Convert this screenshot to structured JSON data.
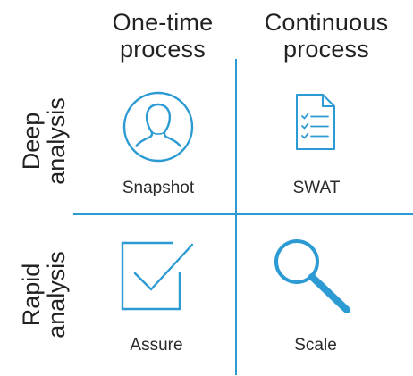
{
  "columns": [
    {
      "line1": "One-time",
      "line2": "process"
    },
    {
      "line1": "Continuous",
      "line2": "process"
    }
  ],
  "rows": [
    {
      "line1": "Deep",
      "line2": "analysis"
    },
    {
      "line1": "Rapid",
      "line2": "analysis"
    }
  ],
  "cells": {
    "deep_one_time": {
      "label": "Snapshot",
      "icon": "person-icon"
    },
    "deep_continuous": {
      "label": "SWAT",
      "icon": "checklist-icon"
    },
    "rapid_one_time": {
      "label": "Assure",
      "icon": "checkbox-icon"
    },
    "rapid_continuous": {
      "label": "Scale",
      "icon": "magnifier-icon"
    }
  },
  "colors": {
    "accent": "#2c9ad3",
    "text": "#222222"
  }
}
